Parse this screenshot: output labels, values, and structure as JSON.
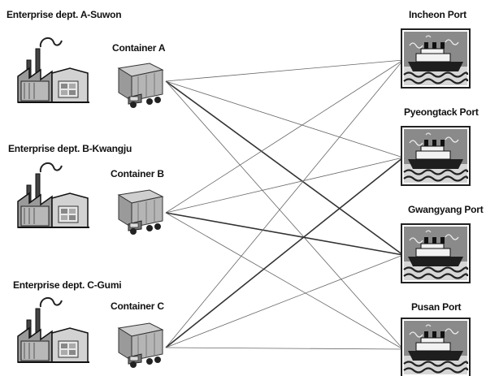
{
  "sources": [
    {
      "id": "A",
      "enterprise_label": "Enterprise dept. A-Suwon",
      "container_label": "Container A"
    },
    {
      "id": "B",
      "enterprise_label": "Enterprise dept. B-Kwangju",
      "container_label": "Container B"
    },
    {
      "id": "C",
      "enterprise_label": "Enterprise dept. C-Gumi",
      "container_label": "Container C"
    }
  ],
  "ports": [
    {
      "label": "Incheon Port"
    },
    {
      "label": "Pyeongtack Port"
    },
    {
      "label": "Gwangyang Port"
    },
    {
      "label": "Pusan Port"
    }
  ],
  "icons": {
    "factory": "factory-icon",
    "container_truck": "container-truck-icon",
    "port": "port-ship-icon"
  },
  "colors": {
    "line_thin": "#666666",
    "line_thick": "#333333",
    "port_frame": "#222222",
    "port_sky": "#8a8a8a",
    "port_water": "#d6d6d6"
  }
}
